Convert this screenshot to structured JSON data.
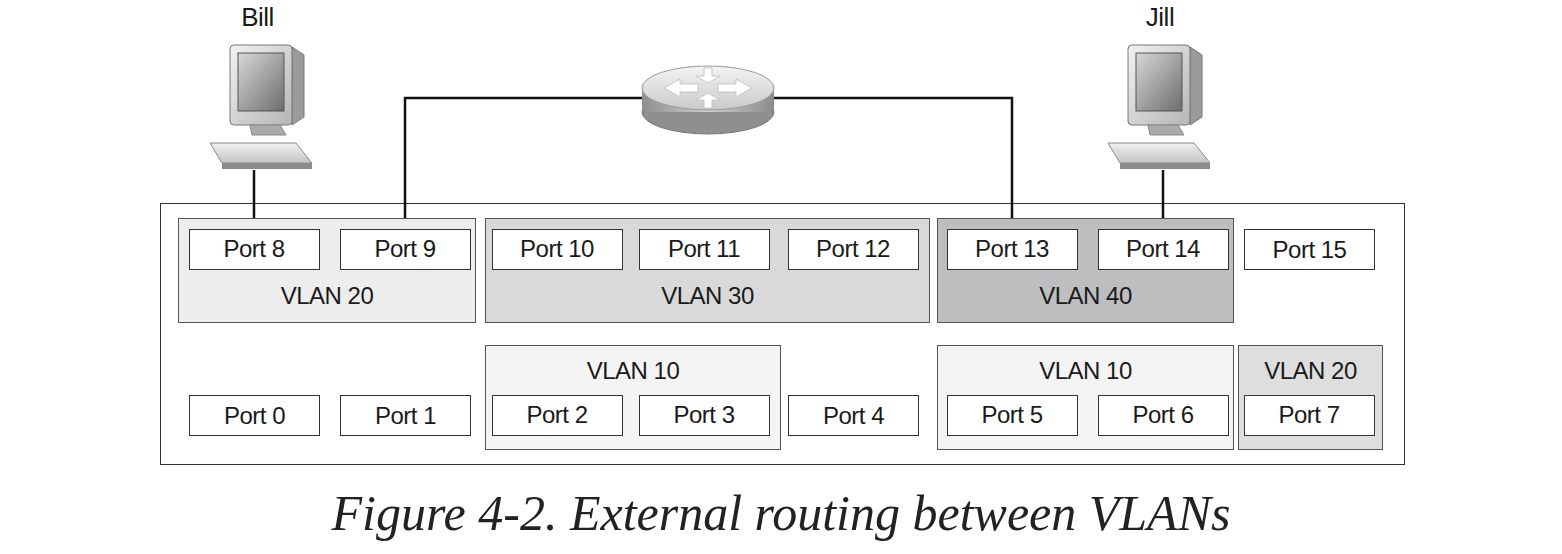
{
  "diagram": {
    "caption": "Figure 4-2. External routing between VLANs",
    "nodes": [
      {
        "text": [
          "Bill"
        ]
      },
      {
        "text": [
          "Jill"
        ]
      },
      {
        "text": [
          "VLAN 20"
        ]
      },
      {
        "text": [
          "Port 8"
        ],
        "in": 2
      },
      {
        "text": [
          "Port 9"
        ],
        "in": 2
      },
      {
        "text": [
          "VLAN 30"
        ]
      },
      {
        "text": [
          "Port 10"
        ],
        "in": 5
      },
      {
        "text": [
          "Port 11"
        ],
        "in": 5
      },
      {
        "text": [
          "Port 12"
        ],
        "in": 5
      },
      {
        "text": [
          "VLAN 40"
        ]
      },
      {
        "text": [
          "Port 13"
        ],
        "in": 9
      },
      {
        "text": [
          "Port 14"
        ],
        "in": 9
      },
      {
        "text": [
          "Port 15"
        ]
      },
      {
        "text": [
          "Port 0"
        ]
      },
      {
        "text": [
          "Port 1"
        ]
      },
      {
        "text": [
          "VLAN 10"
        ]
      },
      {
        "text": [
          "Port 2"
        ],
        "in": 15
      },
      {
        "text": [
          "Port 3"
        ],
        "in": 15
      },
      {
        "text": [
          "Port 4"
        ]
      },
      {
        "text": [
          "VLAN 10"
        ]
      },
      {
        "text": [
          "Port 5"
        ],
        "in": 19
      },
      {
        "text": [
          "Port 6"
        ],
        "in": 19
      },
      {
        "text": [
          "VLAN 20"
        ]
      },
      {
        "text": [
          "Port 7"
        ],
        "in": 22
      }
    ],
    "edges": [
      {
        "from": 0,
        "to": 3,
        "arrow": "none"
      },
      {
        "from": 4,
        "to": 10,
        "arrow": "none"
      },
      {
        "from": 1,
        "to": 11,
        "arrow": "none"
      }
    ]
  }
}
